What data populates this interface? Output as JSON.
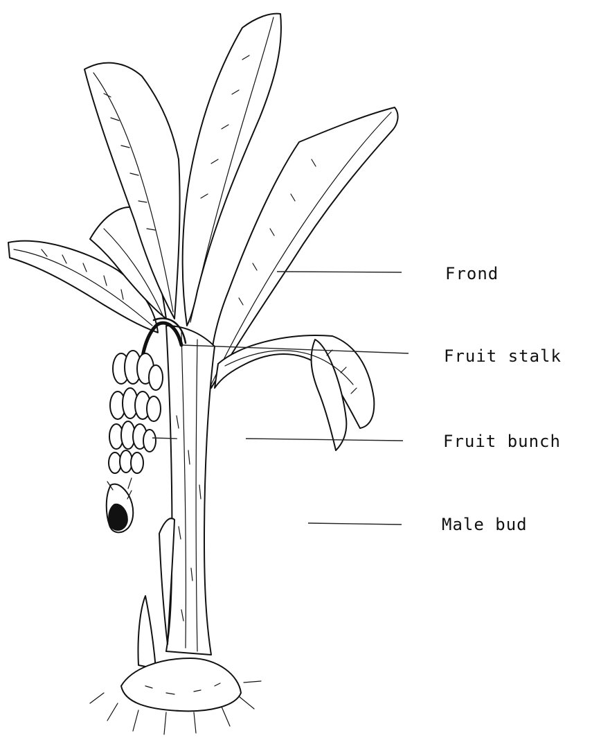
{
  "labels": {
    "frond": "Frond",
    "fruit_stalk": "Fruit stalk",
    "fruit_bunch": "Fruit bunch",
    "male_bud": "Male bud"
  }
}
